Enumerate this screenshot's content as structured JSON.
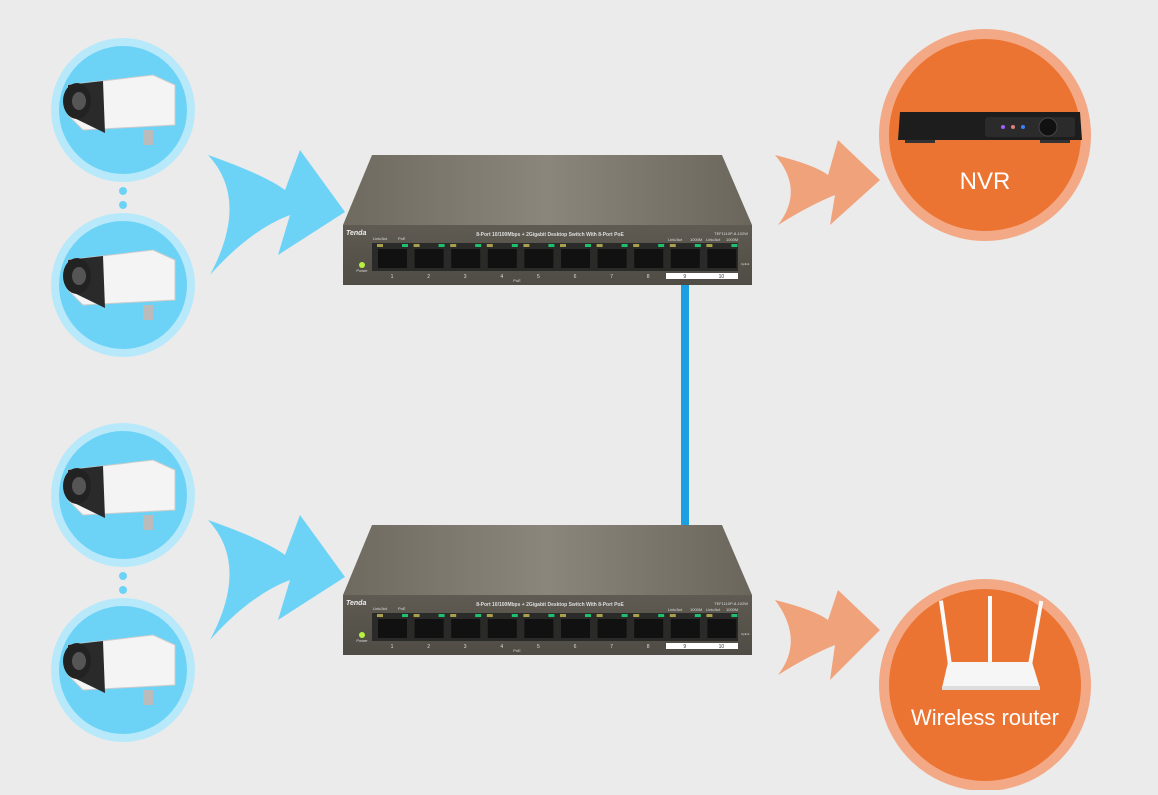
{
  "nvr": {
    "label": "NVR"
  },
  "router": {
    "label": "Wireless router"
  },
  "switch": {
    "brand": "Tenda",
    "title": "8-Port 10/100Mbps + 2Gigabit Desktop Switch With 8-Port PoE",
    "model": "TEF1110P-8-102W",
    "link_act": "Link/Act",
    "poe": "PoE",
    "speed": "1000M",
    "power": "Power",
    "uplink": "Uplink",
    "ports": [
      "1",
      "2",
      "3",
      "4",
      "5",
      "6",
      "7",
      "8",
      "9",
      "10"
    ]
  },
  "colors": {
    "blue": "#6dd3f6",
    "orange": "#ec7433",
    "orange_ring": "#f3a985",
    "cable": "#1a9fe0"
  }
}
